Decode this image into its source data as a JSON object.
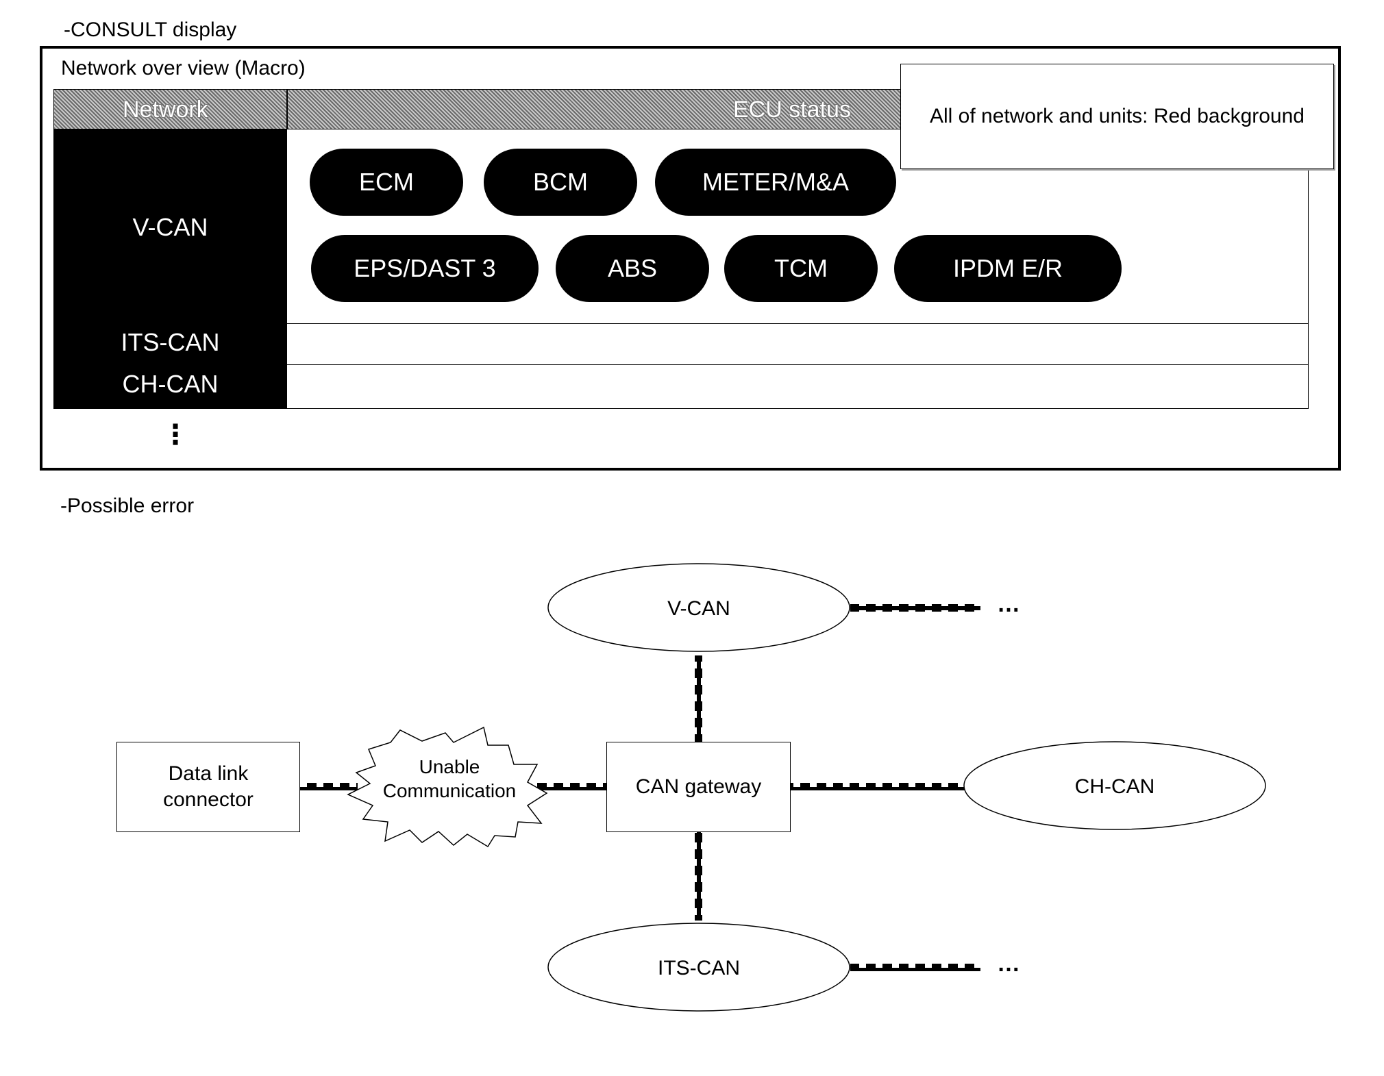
{
  "labels": {
    "consult_display": "-CONSULT display",
    "possible_error": "-Possible error"
  },
  "consult": {
    "title": "Network over view (Macro)",
    "header": {
      "network": "Network",
      "ecu_status": "ECU status"
    },
    "networks": [
      "V-CAN",
      "ITS-CAN",
      "CH-CAN"
    ],
    "more_indicator": "⋮",
    "ecu_row_1": [
      "ECM",
      "BCM",
      "METER/M&A"
    ],
    "ecu_row_2": [
      "EPS/DAST 3",
      "ABS",
      "TCM",
      "IPDM E/R"
    ],
    "legend": "All of network and units: Red background"
  },
  "diagram": {
    "data_link_connector": "Data link\nconnector",
    "unable_communication_line1": "Unable",
    "unable_communication_line2": "Communication",
    "can_gateway": "CAN gateway",
    "v_can": "V-CAN",
    "ch_can": "CH-CAN",
    "its_can": "ITS-CAN",
    "continuation": "…"
  }
}
